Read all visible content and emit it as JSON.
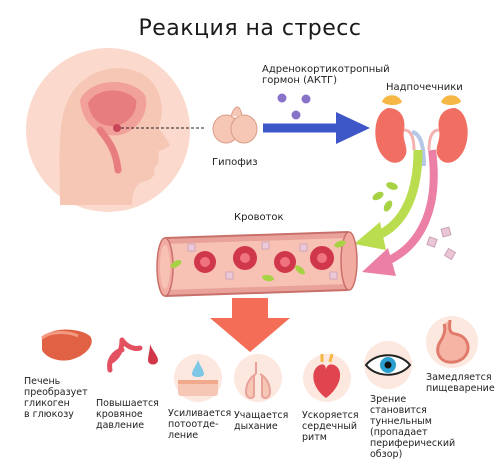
{
  "title": "Реакция на стресс",
  "labels": {
    "acth": "Адренокортикотропный\nгормон (АКТГ)",
    "adrenal": "Надпочечники",
    "pituitary": "Гипофиз",
    "bloodstream": "Кровоток"
  },
  "effects": [
    {
      "label": "Печень\nпреобразует\nгликоген\nв глюкозу",
      "icon": "liver-icon"
    },
    {
      "label": "Повышается\nкровяное\nдавление",
      "icon": "blood-vessel-icon"
    },
    {
      "label": "Усиливается\nпотоотде-\nление",
      "icon": "sweat-skin-icon"
    },
    {
      "label": "Учащается\nдыхание",
      "icon": "lungs-icon"
    },
    {
      "label": "Ускоряется\nсердечный\nритм",
      "icon": "heart-icon"
    },
    {
      "label": "Зрение\nстановится\nтуннельным\n(пропадает\nпериферический\nобзор)",
      "icon": "eye-icon"
    },
    {
      "label": "Замедляется\nпищеварение",
      "icon": "stomach-icon"
    }
  ],
  "colors": {
    "face_bg": "#fbd9cc",
    "skin": "#f6c7b4",
    "arrow_blue": "#3d56c8",
    "arrow_green": "#b9dd4e",
    "arrow_pink": "#ec7fa6",
    "big_arrow": "#f36d57",
    "vessel": "#e9a29a",
    "cell": "#d0384a"
  }
}
